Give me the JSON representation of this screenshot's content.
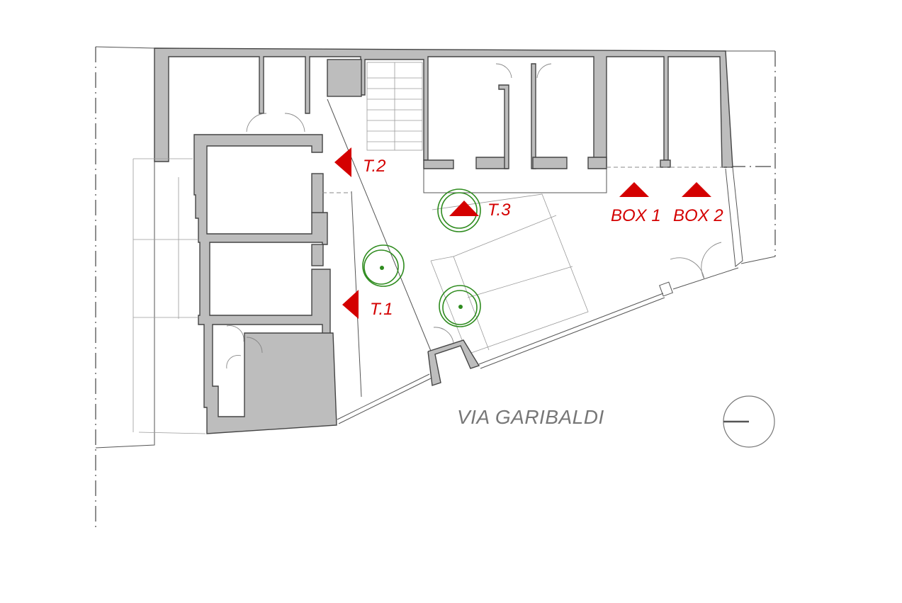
{
  "labels": {
    "view_t1": "T.1",
    "view_t2": "T.2",
    "view_t3": "T.3",
    "box1": "BOX 1",
    "box2": "BOX 2",
    "street": "VIA GARIBALDI"
  },
  "colors": {
    "marker": "#d40000",
    "tree": "#2e8b1e",
    "wall_fill": "#bdbdbd",
    "street_text": "#777777"
  },
  "icons": {
    "view_marker": "red-triangle-icon",
    "tree": "tree-symbol-icon",
    "north_arrow": "north-arrow-icon"
  }
}
